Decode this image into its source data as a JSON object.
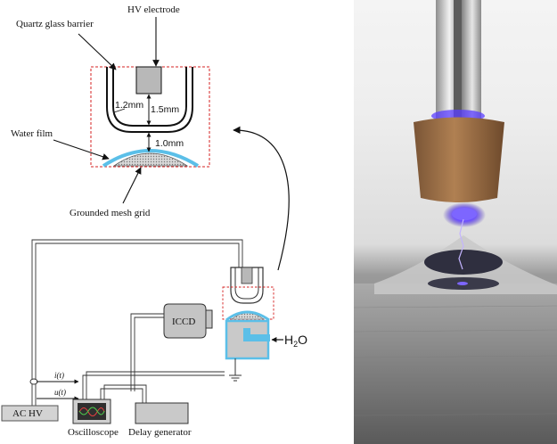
{
  "labels": {
    "quartz_barrier": "Quartz glass barrier",
    "hv_electrode": "HV electrode",
    "water_film": "Water film",
    "grounded_mesh": "Grounded mesh grid",
    "dim_barrier": "1.2mm",
    "dim_gap_electrode": "1.5mm",
    "dim_gap_water": "1.0mm",
    "iccd": "ICCD",
    "h2o_main": "H",
    "h2o_sub": "2",
    "h2o_end": "O",
    "current_signal": "i(t)",
    "voltage_signal": "u(t)",
    "ac_hv": "AC HV",
    "oscilloscope": "Oscilloscope",
    "delay_generator": "Delay generator"
  },
  "colors": {
    "water_blue": "#5bbfe8",
    "dashed_box_red": "#d42020",
    "device_gray": "#c9c9c9",
    "electrode_gray": "#b8b8b8",
    "plasma_violet": "#6b4dff"
  }
}
